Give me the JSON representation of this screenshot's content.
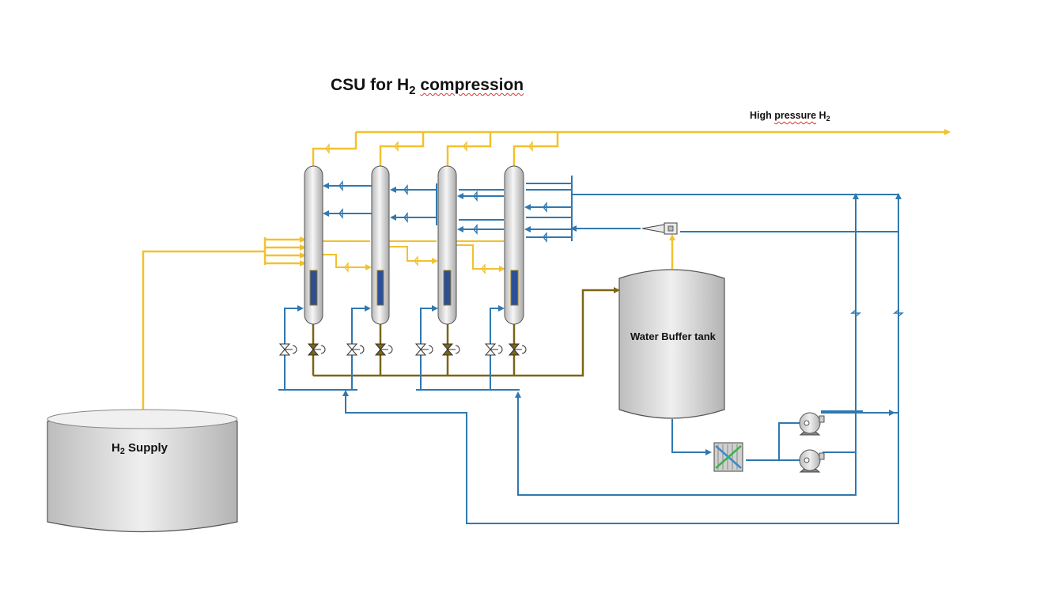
{
  "title": {
    "prefix": "CSU for H",
    "sub": "2",
    "suffix": "compression"
  },
  "high_pressure": {
    "prefix": "High ",
    "word": "pressure",
    "mid": " H",
    "sub": "2"
  },
  "buffer_tank": {
    "label": "Water Buffer tank"
  },
  "h2_supply": {
    "prefix": "H",
    "sub": "2",
    "suffix": " Supply"
  },
  "colors": {
    "hydrogen_line": "#f2c12e",
    "water_line": "#2f78b0",
    "drain_line": "#7c6514",
    "vessel_fill": "#e3e3e3"
  }
}
